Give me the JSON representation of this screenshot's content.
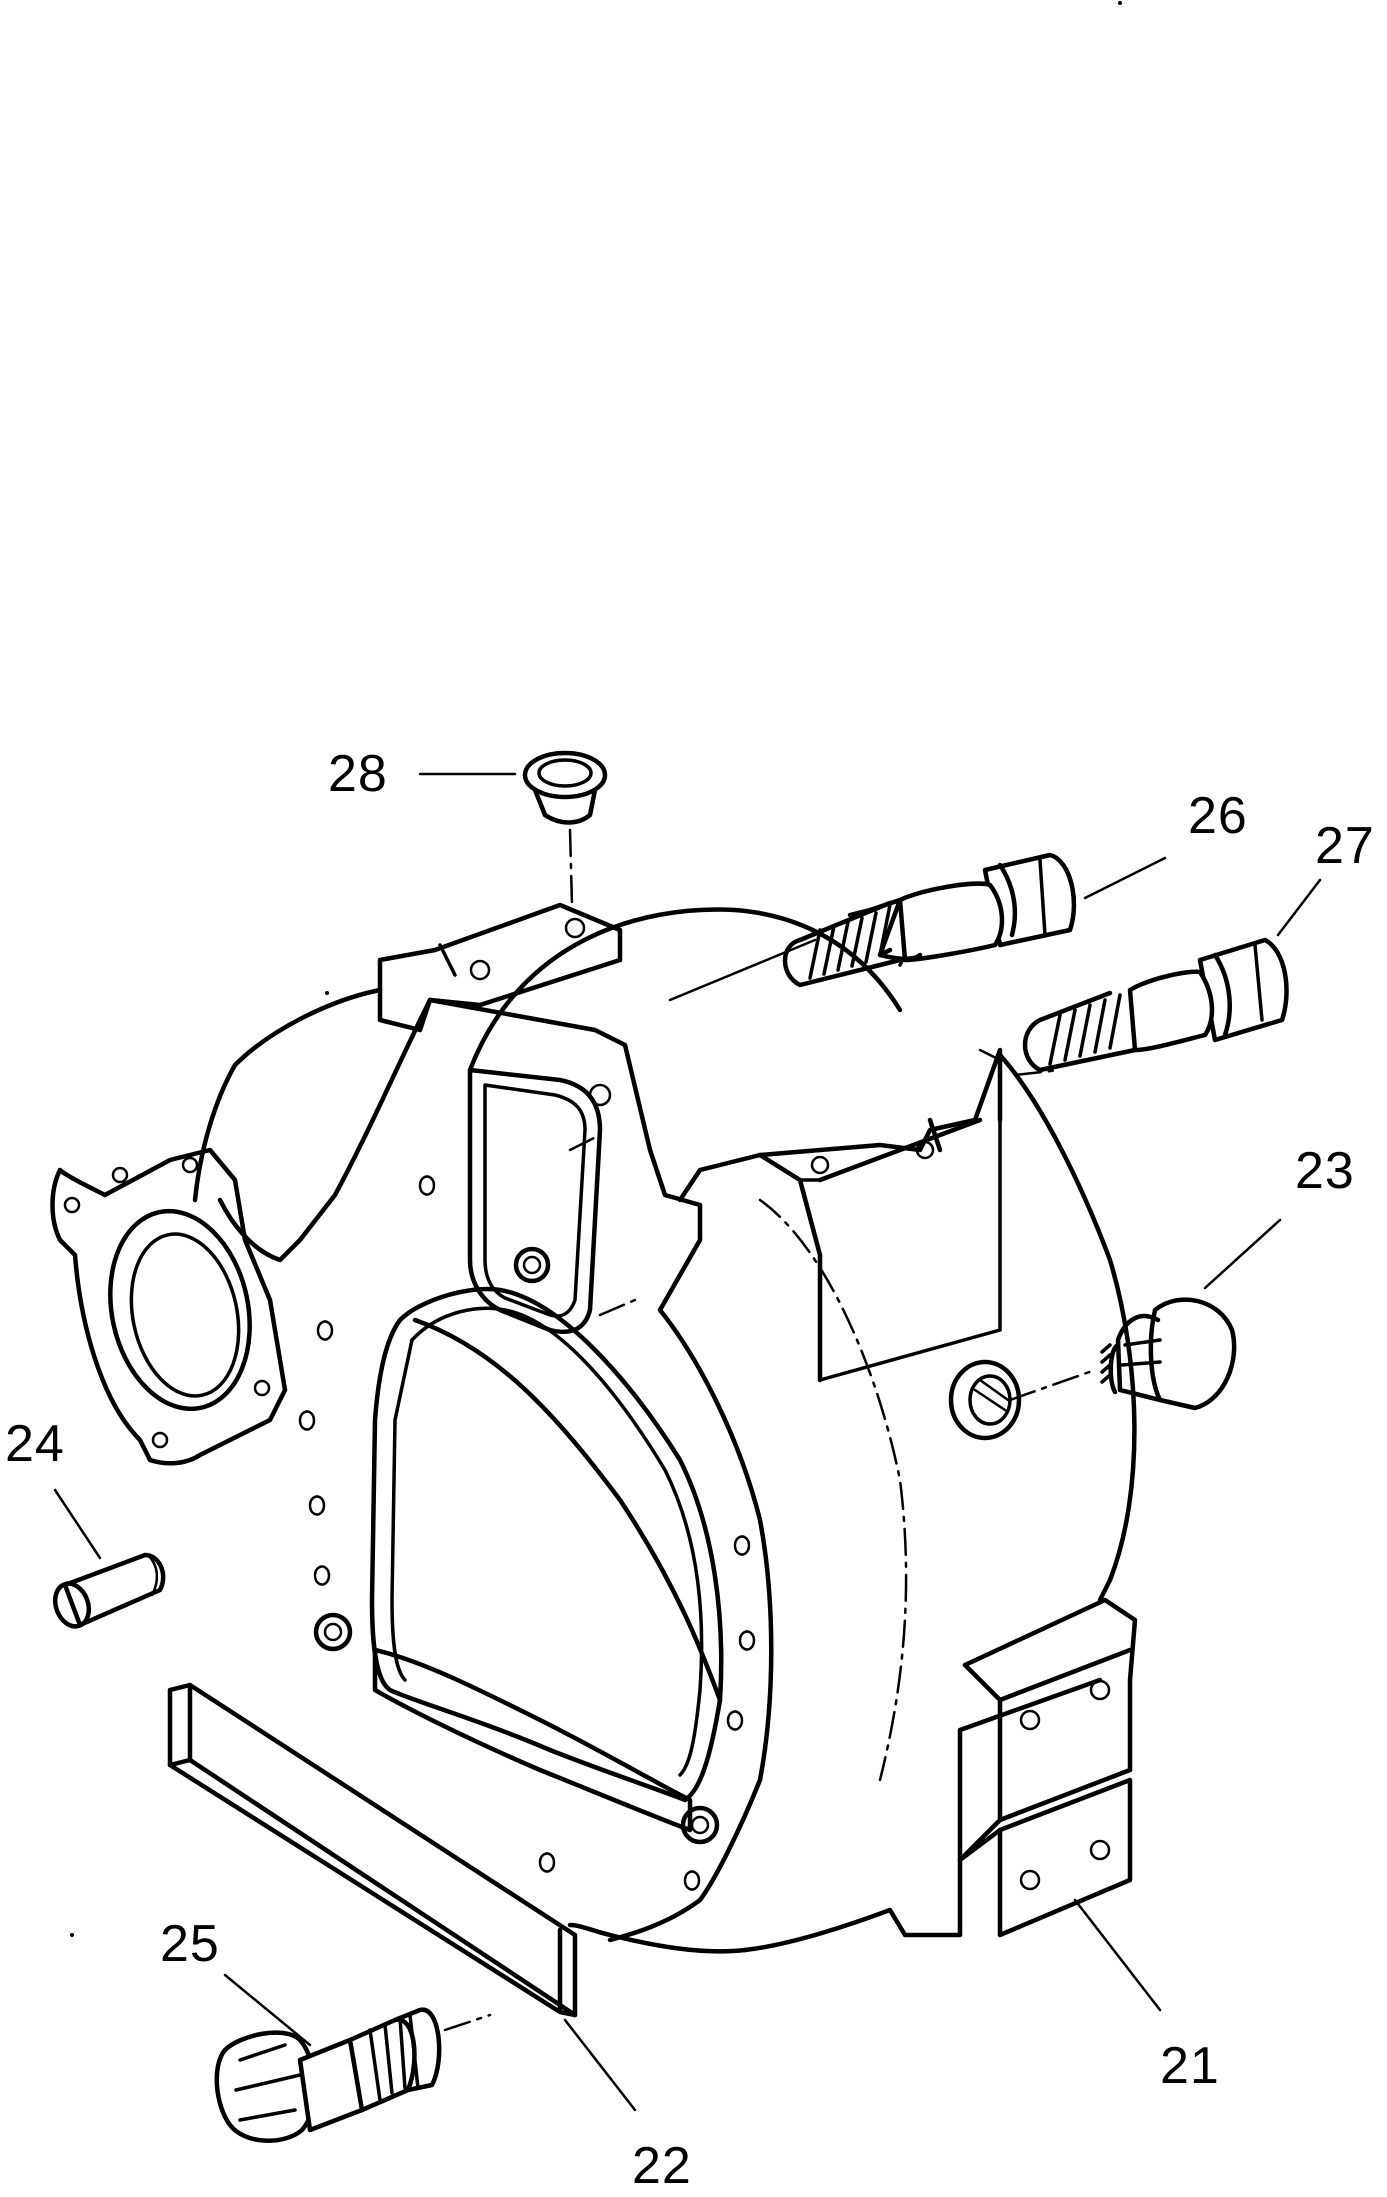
{
  "callouts": [
    {
      "id": "c28",
      "label": "28",
      "part": "plug"
    },
    {
      "id": "c26",
      "label": "26",
      "part": "bolt"
    },
    {
      "id": "c27",
      "label": "27",
      "part": "bolt"
    },
    {
      "id": "c23",
      "label": "23",
      "part": "drain-plug"
    },
    {
      "id": "c24",
      "label": "24",
      "part": "dowel-pin"
    },
    {
      "id": "c25",
      "label": "25",
      "part": "bolt"
    },
    {
      "id": "c22",
      "label": "22",
      "part": "plate"
    },
    {
      "id": "c21",
      "label": "21",
      "part": "flywheel-housing"
    }
  ]
}
